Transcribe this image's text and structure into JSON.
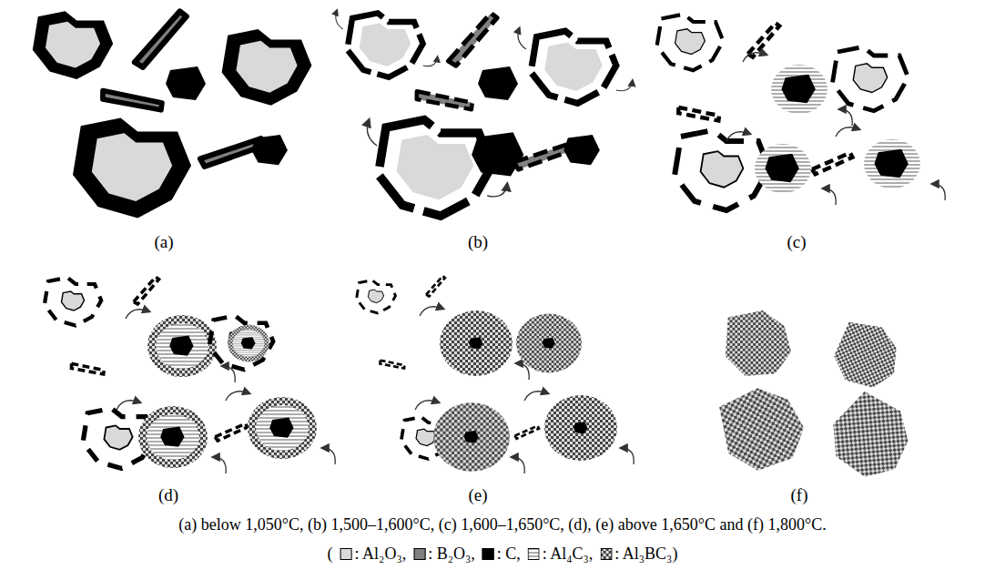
{
  "diagram": {
    "caption": "(a) below 1,050°C, (b) 1,500–1,600°C, (c) 1,600–1,650°C, (d), (e) above 1,650°C and (f) 1,800°C.",
    "labels": [
      "(a)",
      "(b)",
      "(c)",
      "(d)",
      "(e)",
      "(f)",
      "(",
      ")"
    ],
    "legend": [
      {
        "text": ": Al₂O₃,",
        "color": "#d9d9d9"
      },
      {
        "text": ": B₂O₃,",
        "color": "#808080"
      },
      {
        "text": ": C,",
        "color": "#000000"
      },
      {
        "text": ": Al₄C₃,"
      },
      {
        "text": ": Al₃BC₃"
      }
    ]
  }
}
